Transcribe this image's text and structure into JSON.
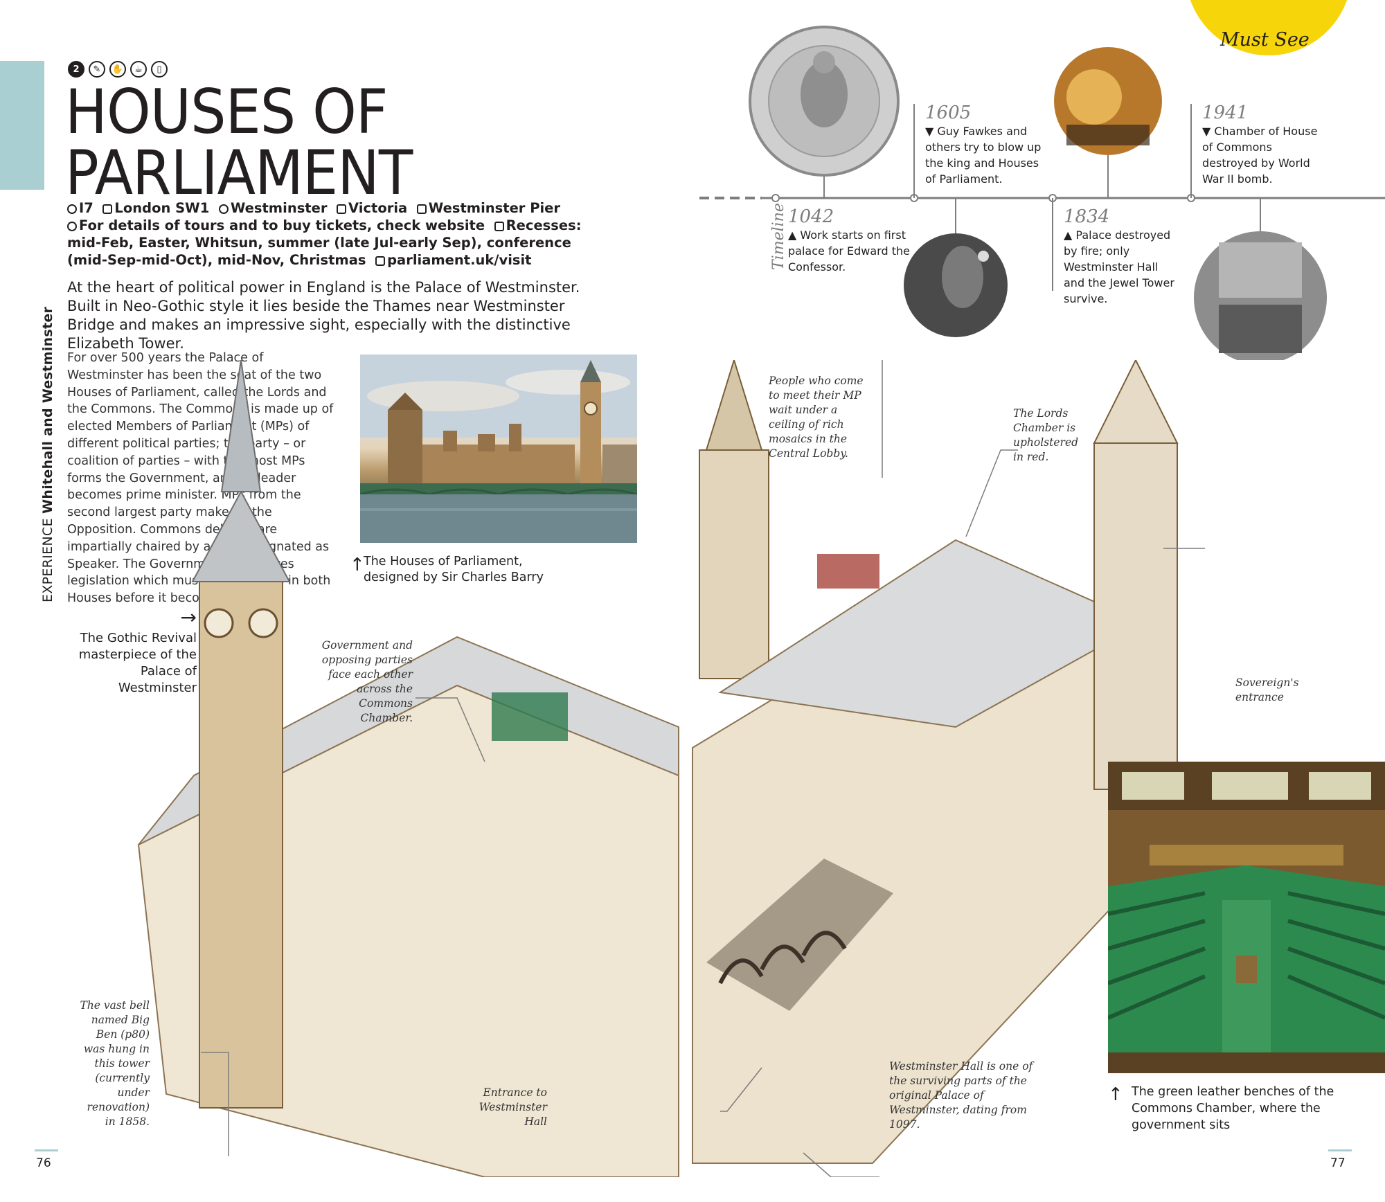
{
  "section": {
    "label_prefix": "EXPERIENCE",
    "label_area": "Whitehall and Westminster"
  },
  "heading": {
    "number": "2",
    "icons": [
      "ticket-icon",
      "hand-icon",
      "cafe-icon",
      "shop-icon"
    ],
    "title_line1": "HOUSES OF",
    "title_line2": "PARLIAMENT"
  },
  "info": {
    "map_ref": "I7",
    "address": "London SW1",
    "tube": "Westminster",
    "rail": "Victoria",
    "boat": "Westminster Pier",
    "tickets": "For details of tours and to buy tickets, check website",
    "recesses": "Recesses: mid-Feb, Easter, Whitsun, summer (late Jul-early Sep), conference (mid-Sep-mid-Oct), mid-Nov, Christmas",
    "website": "parliament.uk/visit"
  },
  "intro": "At the heart of political power in England is the Palace of Westminster. Built in Neo-Gothic style it lies beside the Thames near Westminster Bridge and makes an impressive sight, especially with the distinctive Elizabeth Tower.",
  "body": "For over 500 years the Palace of Westminster has been the seat of the two Houses of Parliament, called the Lords and the Commons. The Commons is made up of elected Members of Parliament (MPs) of different political parties; the party – or coalition of parties – with the most MPs forms the Government, and its leader becomes prime minister. MPs from the second largest party make up the Opposition. Commons debates are impartially chaired by an MP designated as Speaker. The Government formulates legislation which must be agreed to in both Houses before it becomes law.",
  "photo1_caption": "The Houses of Parliament, designed by Sir Charles Barry",
  "gothic_caption": "The Gothic Revival masterpiece of the Palace of Westminster",
  "notes": {
    "central_lobby": "People who come to meet their MP wait under a ceiling of rich mosaics in the Central Lobby.",
    "lords_chamber": "The Lords Chamber is upholstered in red.",
    "commons_chamber": "Government and opposing parties face each other across the Commons Chamber.",
    "sovereign": "Sovereign's entrance",
    "big_ben": "The vast bell named Big Ben (p80) was hung in this tower (currently under renovation) in 1858.",
    "entrance_hall": "Entrance to Westminster Hall",
    "westminster_hall": "Westminster Hall is one of the surviving parts of the original Palace of Westminster, dating from 1097."
  },
  "must_see": "Must See",
  "timeline": {
    "label": "Timeline",
    "events": [
      {
        "year": "1042",
        "text": "Work starts on first palace for Edward the Confessor."
      },
      {
        "year": "1605",
        "text": "Guy Fawkes and others try to blow up the king and Houses of Parliament."
      },
      {
        "year": "1834",
        "text": "Palace destroyed by fire; only Westminster Hall and the Jewel Tower survive."
      },
      {
        "year": "1941",
        "text": "Chamber of House of Commons destroyed by World War II bomb."
      }
    ]
  },
  "photo2_caption": "The green leather benches of the Commons Chamber, where the government sits",
  "pages": {
    "left": "76",
    "right": "77"
  },
  "colors": {
    "accent_teal": "#a9cfd2",
    "must_see_yellow": "#f6d50a"
  }
}
